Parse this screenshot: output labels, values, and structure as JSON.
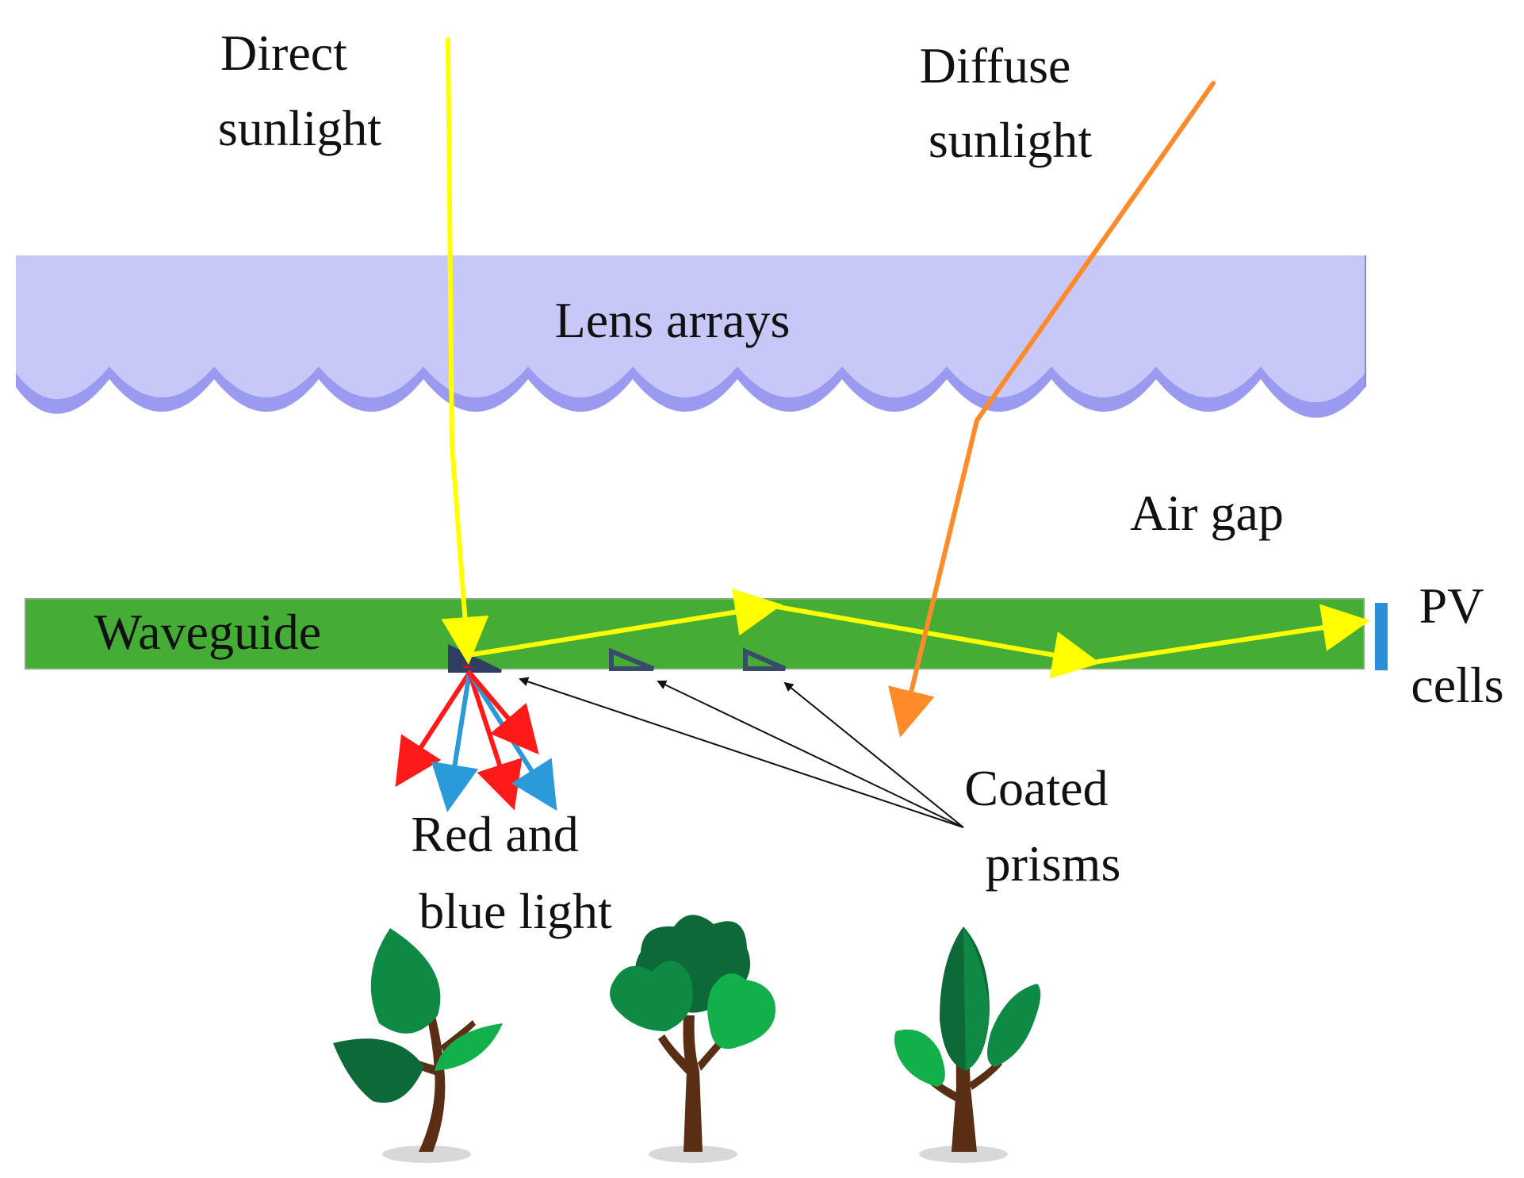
{
  "labels": {
    "direct_sunlight": [
      "Direct",
      "sunlight"
    ],
    "diffuse_sunlight": [
      "Diffuse",
      "sunlight"
    ],
    "lens_arrays": "Lens arrays",
    "air_gap": "Air gap",
    "waveguide": "Waveguide",
    "pv_cells": [
      "PV",
      "cells"
    ],
    "coated_prisms": [
      "Coated",
      "prisms"
    ],
    "red_blue_light": [
      "Red and",
      "blue light"
    ]
  },
  "colors": {
    "lens": "#c8c8f8",
    "lens_shadow": "#9a9af0",
    "waveguide": "#45ad35",
    "direct_ray": "#ffff00",
    "diffuse_ray": "#ff8a2a",
    "red_ray": "#ff1a1a",
    "blue_ray": "#2b9ad8",
    "pv_cell": "#2b8ed6",
    "prism": "#3c4a6a",
    "leaf_dark": "#0d6a38",
    "leaf_mid": "#0f8a44",
    "leaf_light": "#12b04a",
    "trunk": "#5a2e14",
    "ground": "#d8d8d8"
  },
  "icons": [
    "sun-ray-arrow",
    "prism-icon",
    "pv-cell-icon",
    "plant-icon"
  ]
}
